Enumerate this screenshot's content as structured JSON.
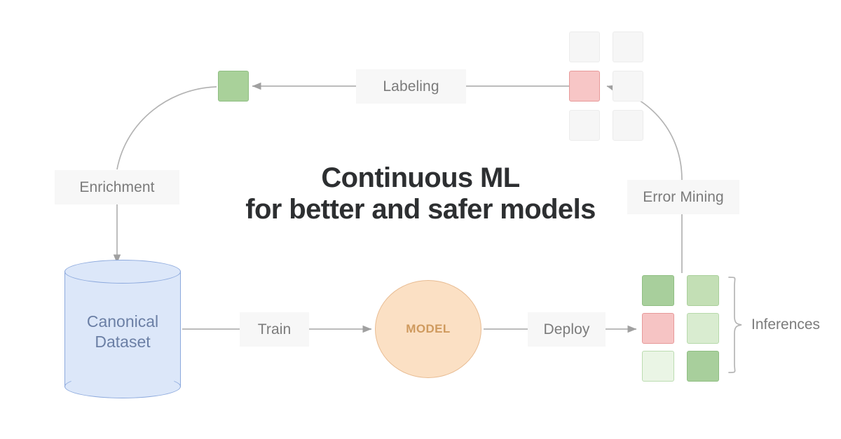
{
  "diagram": {
    "title_line1": "Continuous ML",
    "title_line2": "for better and safer models",
    "title_color": "#2d2f31",
    "background": "#ffffff",
    "connector_color": "#a6a6a6"
  },
  "nodes": {
    "dataset": {
      "label_line1": "Canonical",
      "label_line2": "Dataset",
      "fill": "#dce7f9",
      "stroke": "#8ca9dd",
      "text_color": "#6b7fa5",
      "shape": "cylinder"
    },
    "model": {
      "label": "MODEL",
      "fill": "#fbe0c4",
      "stroke": "#e8bc93",
      "text_color": "#cf9a5e",
      "shape": "circle"
    },
    "labeling_target": {
      "name": "labeled-example-square",
      "fill": "#a9d19a",
      "stroke": "#8fbe82"
    }
  },
  "edge_labels": {
    "enrichment": "Enrichment",
    "labeling": "Labeling",
    "error_mining": "Error Mining",
    "train": "Train",
    "deploy": "Deploy",
    "label_bg": "#f7f7f7",
    "label_text_color": "#7b7b7b"
  },
  "inferences": {
    "bracket_label": "Inferences",
    "legend": {
      "correct_strong": "#a8cf9c",
      "correct_mid": "#c3dfb5",
      "correct_light": "#d9ecd0",
      "correct_faint": "#eaf5e5",
      "error": "#f6c4c4"
    },
    "grid": [
      [
        {
          "name": "inference-cell-r1c1",
          "state": "correct",
          "tone": "g-strong"
        },
        {
          "name": "inference-cell-r1c2",
          "state": "correct",
          "tone": "g-mid"
        }
      ],
      [
        {
          "name": "inference-cell-r2c1",
          "state": "error",
          "tone": "red"
        },
        {
          "name": "inference-cell-r2c2",
          "state": "correct",
          "tone": "g-light"
        }
      ],
      [
        {
          "name": "inference-cell-r3c1",
          "state": "correct",
          "tone": "g-faint"
        },
        {
          "name": "inference-cell-r3c2",
          "state": "correct",
          "tone": "g-strong"
        }
      ]
    ]
  },
  "mined_errors": {
    "grid": [
      [
        {
          "name": "mined-cell-r1c1",
          "state": "neutral"
        },
        {
          "name": "mined-cell-r1c2",
          "state": "neutral"
        }
      ],
      [
        {
          "name": "mined-cell-r2c1",
          "state": "error"
        },
        {
          "name": "mined-cell-r2c2",
          "state": "neutral"
        }
      ],
      [
        {
          "name": "mined-cell-r3c1",
          "state": "neutral"
        },
        {
          "name": "mined-cell-r3c2",
          "state": "neutral"
        }
      ]
    ],
    "neutral_fill": "#f6f6f6",
    "neutral_stroke": "#ececec",
    "error_fill": "#f7c6c6",
    "error_stroke": "#e79a9a"
  }
}
